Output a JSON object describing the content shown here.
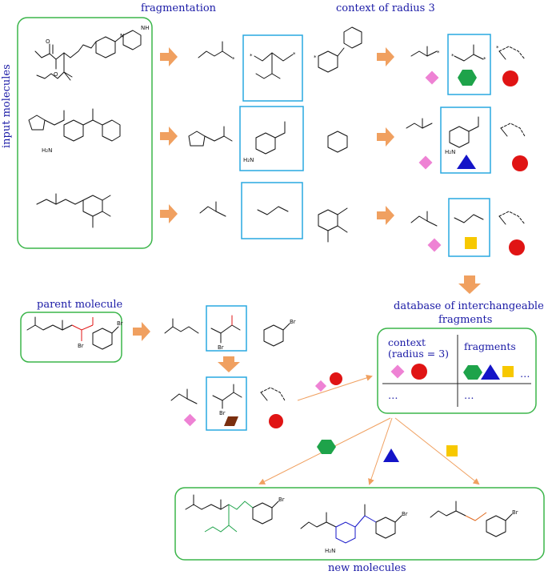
{
  "labels": {
    "fragmentation": "fragmentation",
    "context": "context of radius 3",
    "input": "input molecules",
    "parent": "parent molecule",
    "database_line1": "database of interchangeable",
    "database_line2": "fragments",
    "new": "new molecules"
  },
  "table": {
    "context_header_line1": "context",
    "context_header_line2": "(radius = 3)",
    "fragments_header": "fragments",
    "ellipsis": "…",
    "ellipsis_row": "…",
    "ellipsis_row2": "…"
  },
  "atoms": {
    "n": "N",
    "nh": "NH",
    "h2n": "H₂N",
    "o": "O",
    "br": "Br",
    "star": "*"
  },
  "colors": {
    "green_box": "#3bb54a",
    "blue_box": "#29a8e0",
    "arrow": "#f0a060",
    "text": "#1a1aa6",
    "diamond": "#ee82d4",
    "hexagon": "#1ea34a",
    "triangle": "#1414c8",
    "circle": "#e01414",
    "square": "#f7c800",
    "parallelogram": "#7a2e0e",
    "red_bond": "#e01414",
    "green_bond": "#1ea34a",
    "blue_bond": "#1414c8",
    "orange_bond": "#e06a20"
  }
}
